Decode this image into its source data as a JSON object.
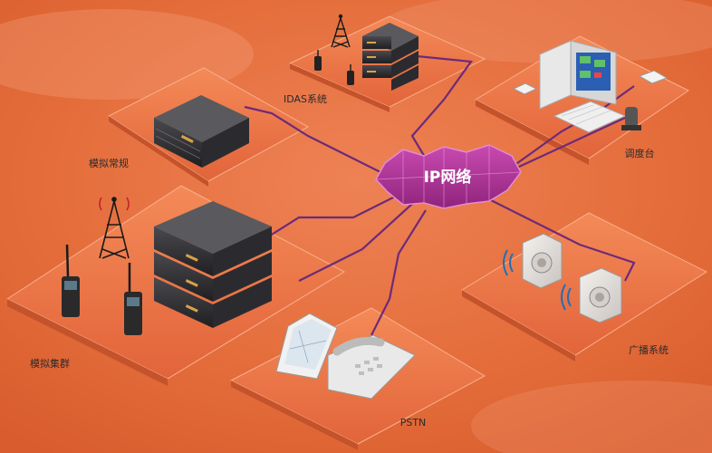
{
  "diagram": {
    "hub": {
      "label": "IP网络"
    },
    "nodes": {
      "idas": {
        "label": "IDAS系统"
      },
      "dispatch": {
        "label": "调度台"
      },
      "analog_conventional": {
        "label": "模拟常规"
      },
      "analog_trunking": {
        "label": "模拟集群"
      },
      "broadcast": {
        "label": "广播系统"
      },
      "pstn": {
        "label": "PSTN"
      }
    }
  },
  "colors": {
    "background": "#e8703f",
    "platform": "#f07a46",
    "link": "#6d2a7a",
    "hub": "#b0329a"
  }
}
